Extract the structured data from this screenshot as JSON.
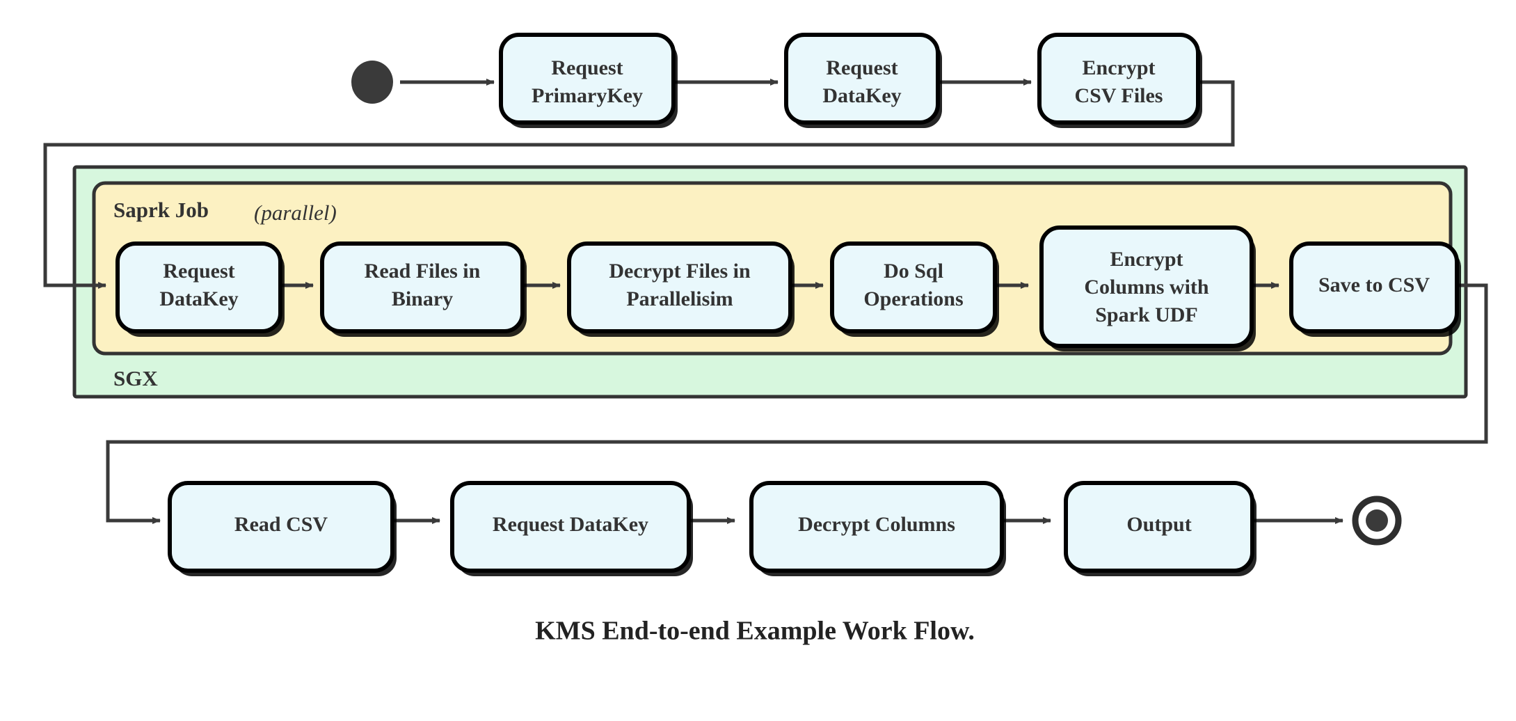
{
  "diagram": {
    "caption": "KMS End-to-end Example Work Flow.",
    "colors": {
      "node_fill": "#e9f8fc",
      "node_stroke": "#000000",
      "sgx_container_fill": "#d7f7de",
      "spark_container_fill": "#fcf1c2",
      "line": "#3a3a3a",
      "text": "#333333",
      "background": "#ffffff"
    },
    "nodes": {
      "start": {
        "type": "start-node",
        "name": "start-node"
      },
      "end": {
        "type": "end-node",
        "name": "end-node"
      }
    },
    "rows": {
      "top": {
        "name": "top-flow-row",
        "steps": [
          {
            "id": "request-primarykey",
            "lines": [
              "Request",
              "PrimaryKey"
            ]
          },
          {
            "id": "request-datakey-top",
            "lines": [
              "Request",
              "DataKey"
            ]
          },
          {
            "id": "encrypt-csv-files",
            "lines": [
              "Encrypt",
              "CSV Files"
            ]
          }
        ]
      },
      "spark": {
        "name": "spark-job-row",
        "steps": [
          {
            "id": "request-datakey-spark",
            "lines": [
              "Request",
              "DataKey"
            ]
          },
          {
            "id": "read-files-in-binary",
            "lines": [
              "Read Files in",
              "Binary"
            ]
          },
          {
            "id": "decrypt-files-in-parallelisim",
            "lines": [
              "Decrypt Files in",
              "Parallelisim"
            ]
          },
          {
            "id": "do-sql-operations",
            "lines": [
              "Do Sql",
              "Operations"
            ]
          },
          {
            "id": "encrypt-columns-with-spark-udf",
            "lines": [
              "Encrypt",
              "Columns with",
              "Spark UDF"
            ]
          },
          {
            "id": "save-to-csv",
            "lines": [
              "Save to CSV"
            ]
          }
        ]
      },
      "bottom": {
        "name": "bottom-flow-row",
        "steps": [
          {
            "id": "read-csv",
            "lines": [
              "Read CSV"
            ]
          },
          {
            "id": "request-datakey-bottom",
            "lines": [
              "Request DataKey"
            ]
          },
          {
            "id": "decrypt-columns",
            "lines": [
              "Decrypt Columns"
            ]
          },
          {
            "id": "output",
            "lines": [
              "Output"
            ]
          }
        ]
      }
    },
    "containers": {
      "sgx": {
        "label": "SGX"
      },
      "spark_job": {
        "label_bold": "Saprk Job",
        "label_italic": "(parallel)"
      }
    }
  }
}
